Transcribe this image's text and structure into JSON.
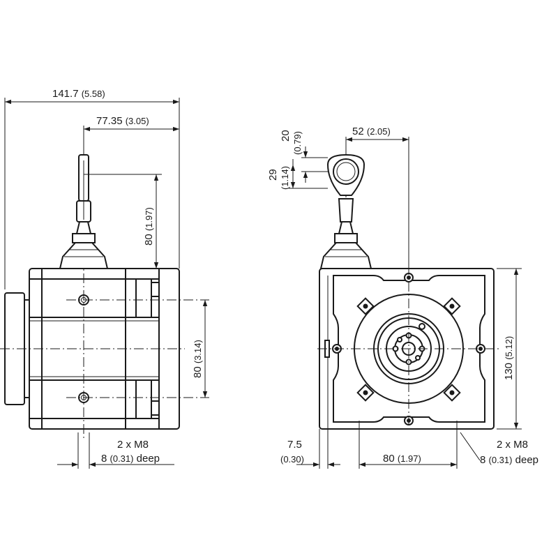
{
  "drawing": {
    "side_view": {
      "overall_width": {
        "value": "141.7",
        "alt": "(5.58)"
      },
      "rope_offset": {
        "value": "77.35",
        "alt": "(3.05)"
      },
      "rope_height": {
        "value": "80",
        "alt": "(1.97)"
      },
      "hole_spacing": {
        "value": "80",
        "alt": "(3.14)"
      },
      "thread_qty": "2 x M8",
      "thread_depth": {
        "value": "8",
        "alt": "(0.31)",
        "suffix": "deep"
      }
    },
    "front_view": {
      "rope_offset": {
        "value": "52",
        "alt": "(2.05)"
      },
      "eye_offset": {
        "value": "20",
        "alt": "(0.79)"
      },
      "eye_diameter": {
        "value": "29",
        "alt": "(1.14)"
      },
      "height": {
        "value": "130",
        "alt": "(5.12)"
      },
      "base_offset": {
        "value": "7.5",
        "alt": "(0.30)"
      },
      "hole_spacing": {
        "value": "80",
        "alt": "(1.97)"
      },
      "thread_qty": "2 x M8",
      "thread_depth": {
        "value": "8",
        "alt": "(0.31)",
        "suffix": "deep"
      }
    }
  }
}
